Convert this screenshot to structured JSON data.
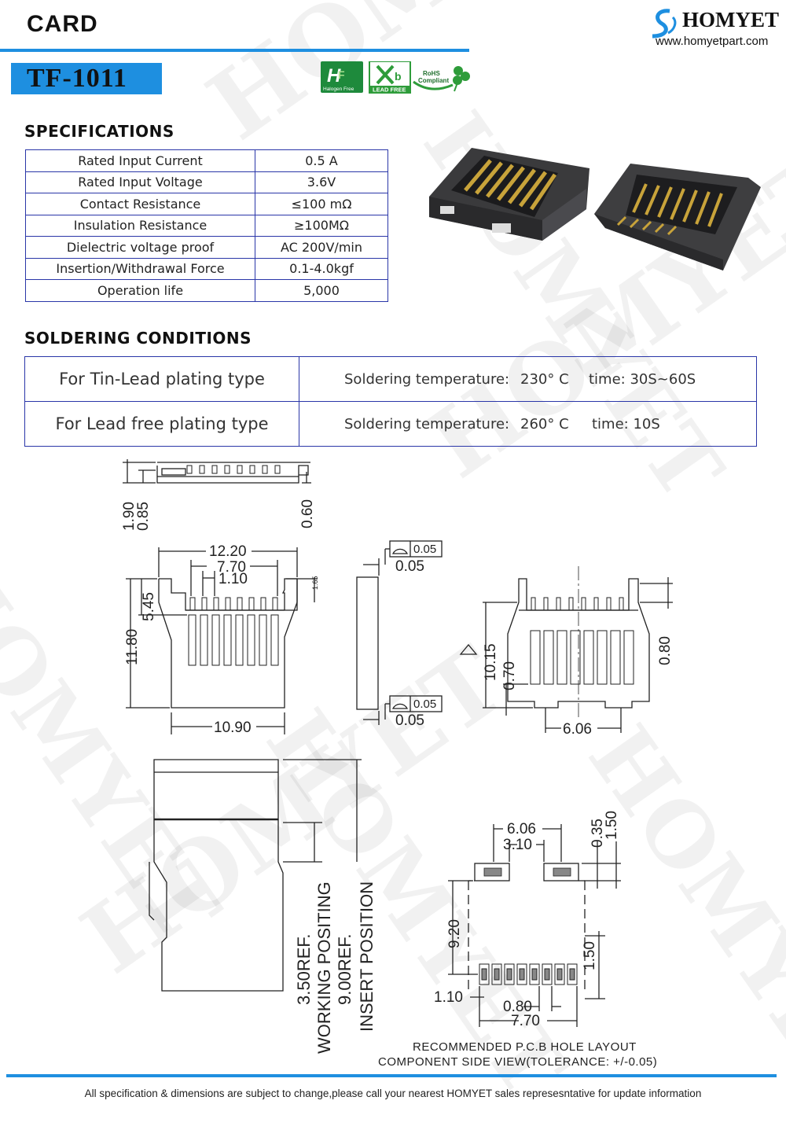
{
  "header": {
    "category": "CARD",
    "model": "TF-1011",
    "brand": "HOMYET",
    "url": "www.homyetpart.com",
    "accent_color": "#1e8fe0"
  },
  "badges": {
    "halogen_free": "Halogen Free",
    "lead_free": "LEAD FREE",
    "rohs_line1": "RoHS",
    "rohs_line2": "Compliant"
  },
  "specifications": {
    "title": "SPECIFICATIONS",
    "rows": [
      {
        "label": "Rated Input Current",
        "value": "0.5 A"
      },
      {
        "label": "Rated Input Voltage",
        "value": "3.6V"
      },
      {
        "label": "Contact Resistance",
        "value": "≤100 mΩ"
      },
      {
        "label": "Insulation Resistance",
        "value": "≥100MΩ"
      },
      {
        "label": "Dielectric voltage proof",
        "value": "AC 200V/min"
      },
      {
        "label": "Insertion/Withdrawal Force",
        "value": "0.1-4.0kgf"
      },
      {
        "label": "Operation life",
        "value": "5,000"
      }
    ]
  },
  "soldering": {
    "title": "SOLDERING CONDITIONS",
    "rows": [
      {
        "type": "For Tin-Lead plating type",
        "temp_label": "Soldering temperature:",
        "temp": "230° C",
        "time": "time: 30S~60S"
      },
      {
        "type": "For Lead free plating type",
        "temp_label": "Soldering temperature:",
        "temp": "260° C",
        "time": "time: 10S"
      }
    ]
  },
  "drawing": {
    "dim_1_90": "1.90",
    "dim_0_85": "0.85",
    "dim_0_60": "0.60",
    "dim_12_20": "12.20",
    "dim_7_70": "7.70",
    "dim_1_10": "1.10",
    "dim_1_65": "1.65",
    "dim_5_45": "5.45",
    "dim_11_80": "11.80",
    "dim_10_90": "10.90",
    "flat_1": "0.05",
    "flat_tol_1": "0.05",
    "flat_2": "0.05",
    "flat_tol_2": "0.05",
    "dim_10_15": "10.15",
    "dim_0_70": "0.70",
    "dim_0_80": "0.80",
    "dim_6_06": "6.06",
    "ref_3_50": "3.50REF.",
    "working": "WORKING POSITING",
    "ref_9_00": "9.00REF.",
    "insert": "INSERT POSITION",
    "pcb_6_06": "6.06",
    "pcb_3_10": "3.10",
    "pcb_0_35": "0.35",
    "pcb_1_50": "1.50",
    "pcb_9_20": "9.20",
    "pcb_1_50b": "1.50",
    "pcb_1_10": "1.10",
    "pcb_0_80": "0.80",
    "pcb_7_70": "7.70",
    "pcb_caption1": "RECOMMENDED P.C.B HOLE LAYOUT",
    "pcb_caption2": "COMPONENT SIDE VIEW(TOLERANCE: +/-0.05)"
  },
  "footer": {
    "note": "All specification & dimensions are subject to change,please call your nearest HOMYET sales represesntative for update information"
  }
}
